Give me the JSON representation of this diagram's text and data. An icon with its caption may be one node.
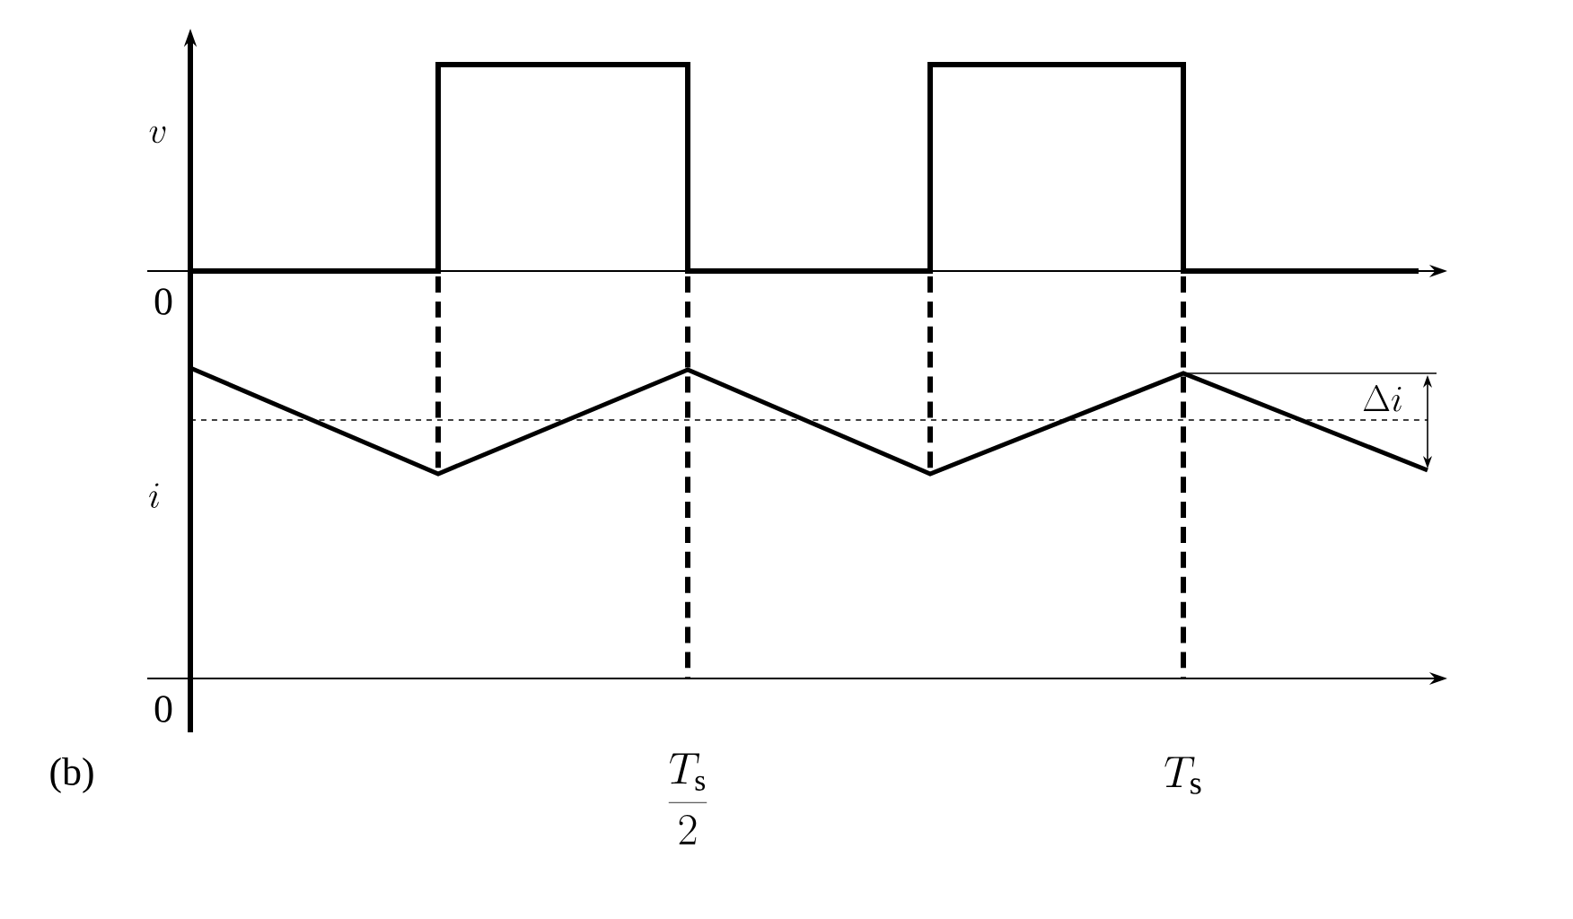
{
  "diagram": {
    "labels": [
      "v",
      "0",
      "i",
      "0",
      "(b)",
      "\\frac{T_{\\mathrm{s}}}{2}",
      "T_{\\mathrm{s}}",
      "\\Delta i"
    ]
  }
}
